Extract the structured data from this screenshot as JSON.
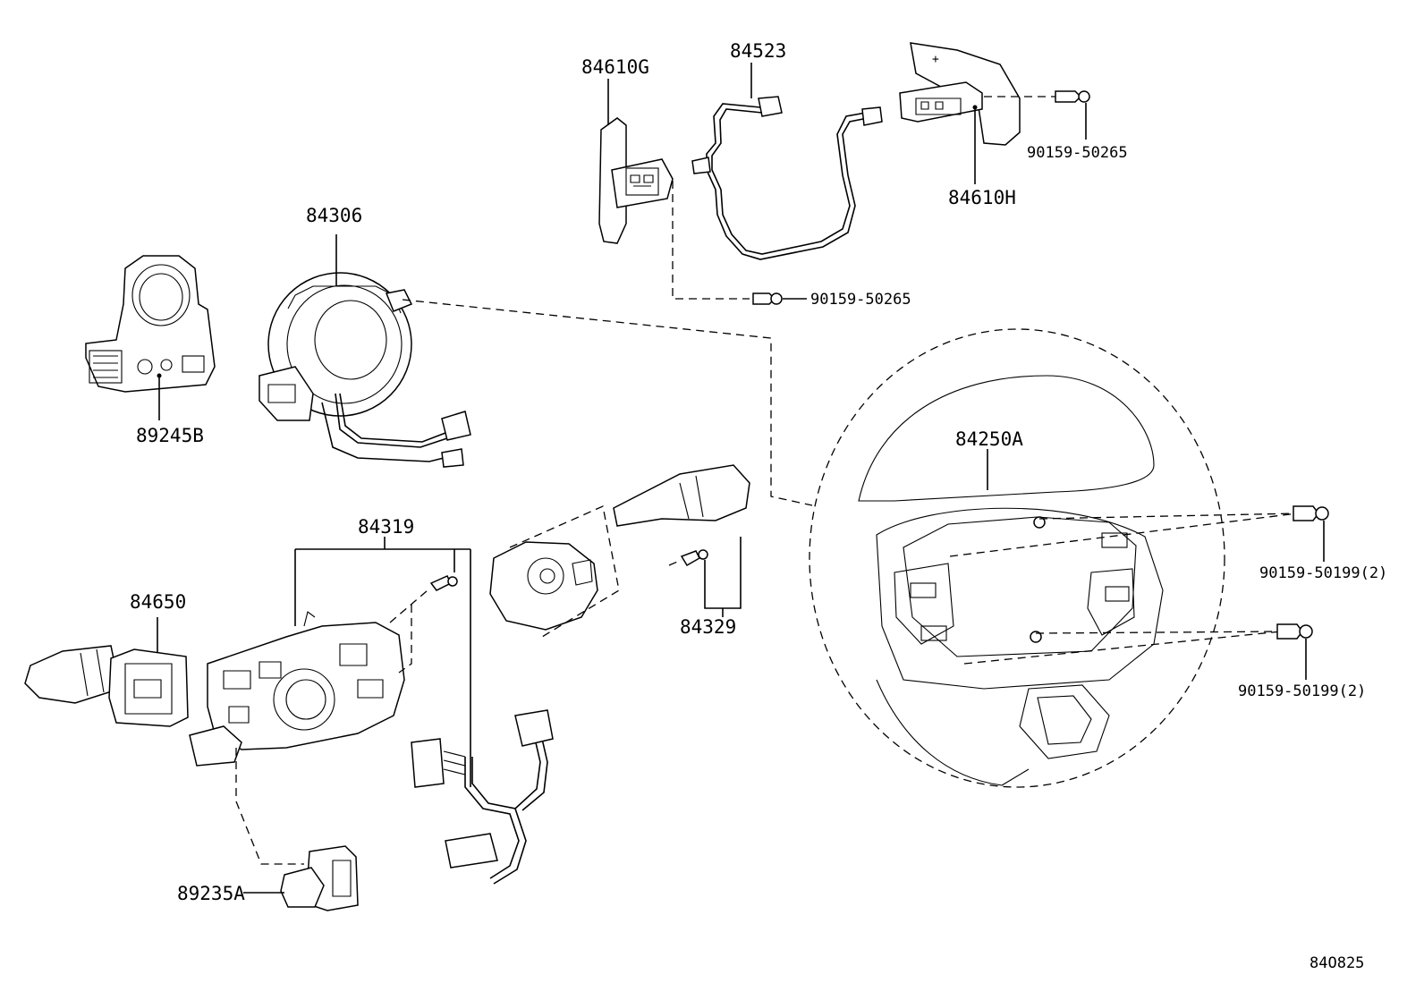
{
  "diagram": {
    "reference_code": "84O825",
    "callouts": {
      "p84610G": "84610G",
      "p84523": "84523",
      "p84610H": "84610H",
      "p90159_50265_top": "90159-50265",
      "p90159_50265_mid": "90159-50265",
      "p84306": "84306",
      "p89245B": "89245B",
      "p84250A": "84250A",
      "p84319": "84319",
      "p84650": "84650",
      "p84329": "84329",
      "p90159_50199_a": "90159-50199(2)",
      "p90159_50199_b": "90159-50199(2)",
      "p89235A": "89235A"
    }
  }
}
